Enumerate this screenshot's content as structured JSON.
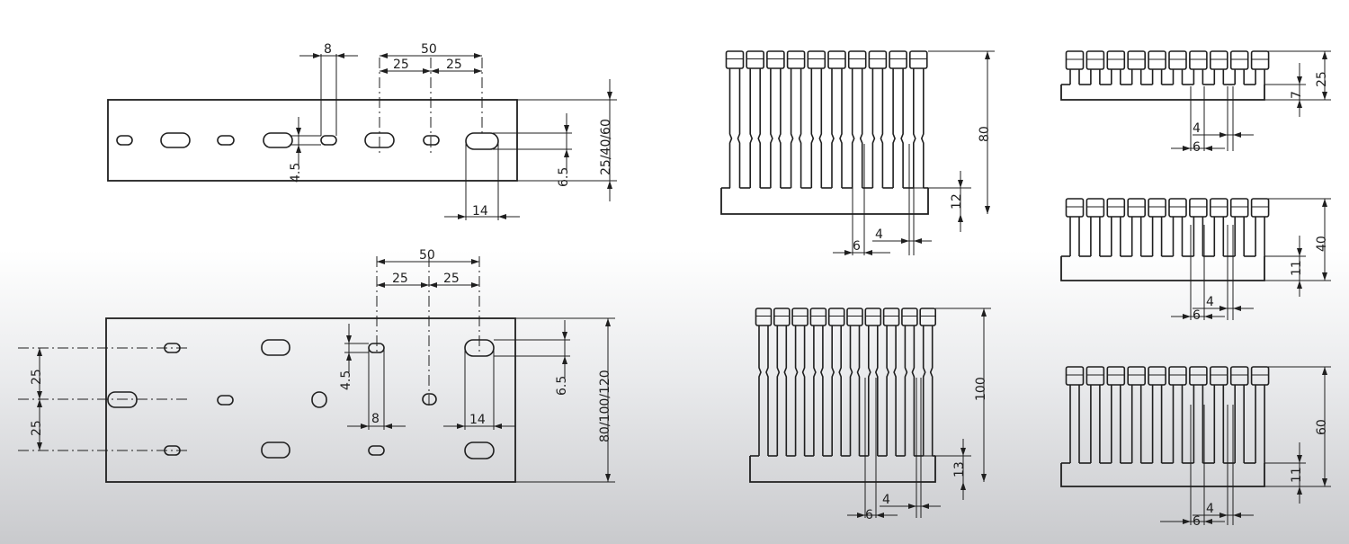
{
  "colors": {
    "line": "#1f1f1f",
    "bg_top": "#ffffff",
    "bg_bottom": "#c9cacd"
  },
  "side_small": {
    "dims": {
      "total": "50",
      "half_left": "25",
      "half_right": "25",
      "slot_w": "8",
      "slot_h": "4.5",
      "big_h": "6.5",
      "big_w": "14",
      "height": "25/40/60"
    }
  },
  "side_large": {
    "dims": {
      "total": "50",
      "half_left": "25",
      "half_right": "25",
      "slot_w": "8",
      "slot_h": "4.5",
      "big_h": "6.5",
      "big_w": "14",
      "height": "80/100/120",
      "pitch_top": "25",
      "pitch_bottom": "25"
    }
  },
  "comb_80": {
    "dims": {
      "height": "80",
      "base": "12",
      "finger": "4",
      "gap": "6"
    }
  },
  "comb_100": {
    "dims": {
      "height": "100",
      "base": "13",
      "finger": "4",
      "gap": "6"
    }
  },
  "comb_25": {
    "dims": {
      "height": "25",
      "base": "7",
      "finger": "4",
      "gap": "6"
    }
  },
  "comb_40": {
    "dims": {
      "height": "40",
      "base": "11",
      "finger": "4",
      "gap": "6"
    }
  },
  "comb_60": {
    "dims": {
      "height": "60",
      "base": "11",
      "finger": "4",
      "gap": "6"
    }
  }
}
